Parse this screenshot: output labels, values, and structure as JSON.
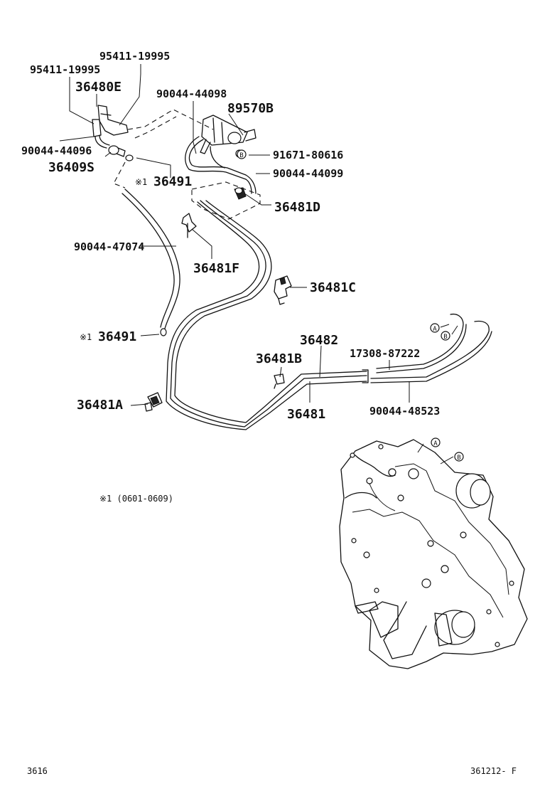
{
  "callouts": [
    {
      "id": "c_95411_a",
      "text": "95411-19995",
      "size": "med"
    },
    {
      "id": "c_95411_b",
      "text": "95411-19995",
      "size": "med"
    },
    {
      "id": "c_36480E",
      "text": "36480E",
      "size": "big"
    },
    {
      "id": "c_90044_44098",
      "text": "90044-44098",
      "size": "med"
    },
    {
      "id": "c_89570B",
      "text": "89570B",
      "size": "big"
    },
    {
      "id": "c_90044_44096",
      "text": "90044-44096",
      "size": "med"
    },
    {
      "id": "c_36409S",
      "text": "36409S",
      "size": "big"
    },
    {
      "id": "c_91671_80616",
      "text": "91671-80616",
      "size": "med"
    },
    {
      "id": "c_90044_44099",
      "text": "90044-44099",
      "size": "med"
    },
    {
      "id": "c_36491_top",
      "text": "36491",
      "size": "big"
    },
    {
      "id": "c_36481D",
      "text": "36481D",
      "size": "big"
    },
    {
      "id": "c_90044_47074",
      "text": "90044-47074",
      "size": "med"
    },
    {
      "id": "c_36481F",
      "text": "36481F",
      "size": "big"
    },
    {
      "id": "c_36481C",
      "text": "36481C",
      "size": "big"
    },
    {
      "id": "c_36491_bot",
      "text": "36491",
      "size": "big"
    },
    {
      "id": "c_36482",
      "text": "36482",
      "size": "big"
    },
    {
      "id": "c_17308_87222",
      "text": "17308-87222",
      "size": "med"
    },
    {
      "id": "c_36481B",
      "text": "36481B",
      "size": "big"
    },
    {
      "id": "c_90044_48523",
      "text": "90044-48523",
      "size": "med"
    },
    {
      "id": "c_36481A",
      "text": "36481A",
      "size": "big"
    },
    {
      "id": "c_36481",
      "text": "36481",
      "size": "big"
    }
  ],
  "asterisk_marks": {
    "top": "※1",
    "bottom": "※1"
  },
  "circle_letters": {
    "b_top": "B",
    "a_mid": "A",
    "b_mid": "B",
    "a_low": "A",
    "b_low": "B"
  },
  "footnote": "※1 (0601-0609)",
  "footer": {
    "left_code": "3616",
    "right_code": "361212- F"
  }
}
